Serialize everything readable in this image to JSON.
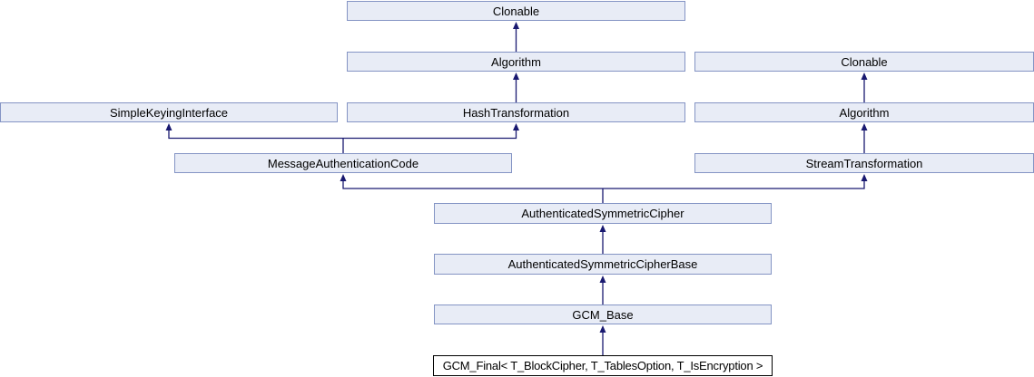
{
  "diagram": {
    "kind": "class-inheritance-graph",
    "focused_class": "GCM_Final< T_BlockCipher, T_TablesOption, T_IsEncryption >",
    "colors": {
      "node_fill": "#E8ECF6",
      "node_border": "#8494C4",
      "arrow": "#191970",
      "focus_node_fill": "#FFFFFF",
      "focus_node_border": "#000000",
      "background": "#FFFFFF",
      "text": "#000000"
    },
    "nodes": [
      {
        "id": "clonable-top",
        "label": "Clonable"
      },
      {
        "id": "algorithm-center",
        "label": "Algorithm"
      },
      {
        "id": "clonable-right",
        "label": "Clonable"
      },
      {
        "id": "simple-keying-interface",
        "label": "SimpleKeyingInterface"
      },
      {
        "id": "hash-transformation",
        "label": "HashTransformation"
      },
      {
        "id": "algorithm-right",
        "label": "Algorithm"
      },
      {
        "id": "message-authentication-code",
        "label": "MessageAuthenticationCode"
      },
      {
        "id": "stream-transformation",
        "label": "StreamTransformation"
      },
      {
        "id": "authenticated-symmetric-cipher",
        "label": "AuthenticatedSymmetricCipher"
      },
      {
        "id": "authenticated-symmetric-cipher-base",
        "label": "AuthenticatedSymmetricCipherBase"
      },
      {
        "id": "gcm-base",
        "label": "GCM_Base"
      },
      {
        "id": "gcm-final",
        "label": "GCM_Final< T_BlockCipher, T_TablesOption, T_IsEncryption >"
      }
    ],
    "edges": [
      {
        "child": "algorithm-center",
        "parent": "clonable-top"
      },
      {
        "child": "hash-transformation",
        "parent": "algorithm-center"
      },
      {
        "child": "algorithm-right",
        "parent": "clonable-right"
      },
      {
        "child": "stream-transformation",
        "parent": "algorithm-right"
      },
      {
        "child": "message-authentication-code",
        "parent": "simple-keying-interface"
      },
      {
        "child": "message-authentication-code",
        "parent": "hash-transformation"
      },
      {
        "child": "authenticated-symmetric-cipher",
        "parent": "message-authentication-code"
      },
      {
        "child": "authenticated-symmetric-cipher",
        "parent": "stream-transformation"
      },
      {
        "child": "authenticated-symmetric-cipher-base",
        "parent": "authenticated-symmetric-cipher"
      },
      {
        "child": "gcm-base",
        "parent": "authenticated-symmetric-cipher-base"
      },
      {
        "child": "gcm-final",
        "parent": "gcm-base"
      }
    ]
  }
}
